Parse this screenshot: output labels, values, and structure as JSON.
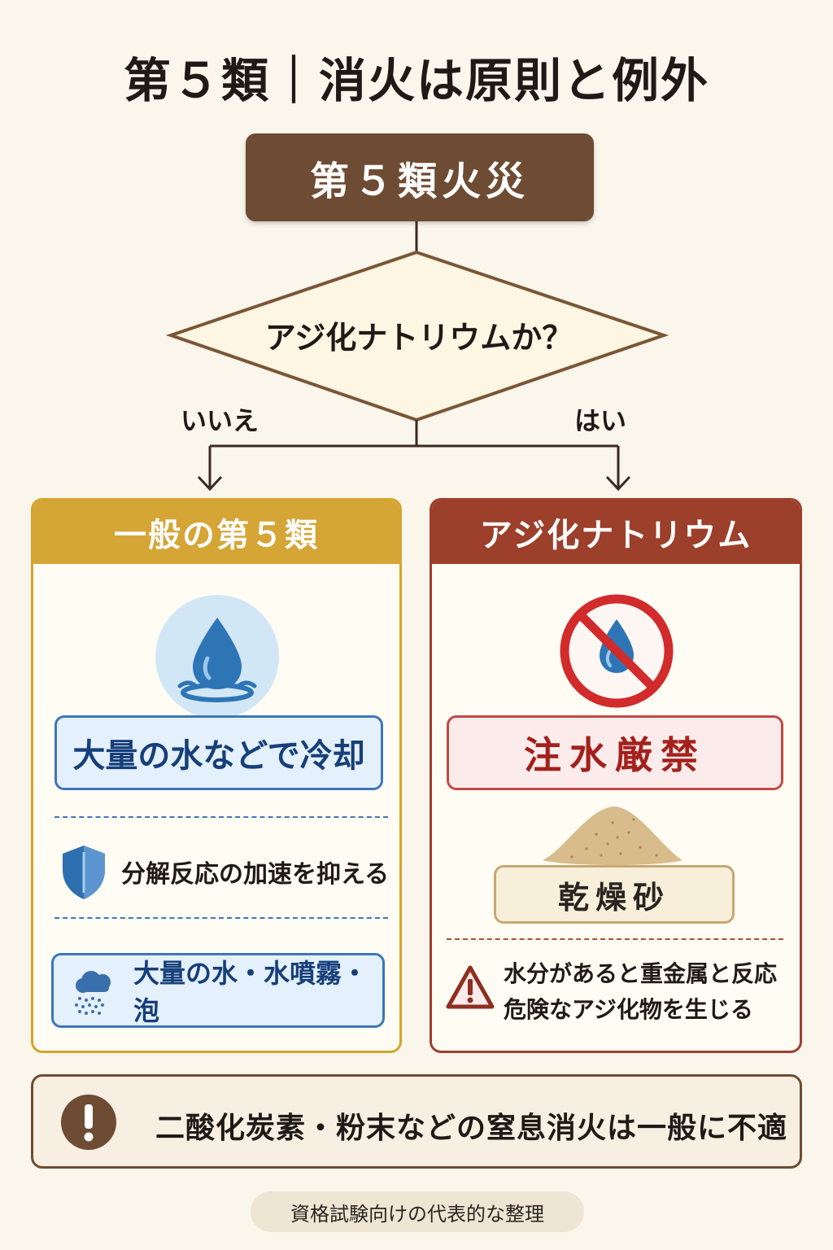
{
  "title": "第５類｜消火は原則と例外",
  "top_box": "第５類火災",
  "decision": "アジ化ナトリウムか？",
  "branch_no": "いいえ",
  "branch_yes": "はい",
  "left_panel": {
    "heading": "一般の第５類",
    "icon": "water-drop-icon",
    "primary": "大量の水などで冷却",
    "effect": "分解反応の加速を抑える",
    "methods": "大量の水・水噴霧・泡"
  },
  "right_panel": {
    "heading": "アジ化ナトリウム",
    "icon": "no-water-icon",
    "primary": "注水厳禁",
    "agent": "乾燥砂",
    "warning_line1": "水分があると重金属と反応",
    "warning_line2": "危険なアジ化物を生じる"
  },
  "note": "二酸化炭素・粉末などの窒息消火は一般に不適",
  "footer": "資格試験向けの代表的な整理",
  "colors": {
    "brown": "#6e4b33",
    "gold": "#d5a535",
    "red": "#9c3f2b",
    "blue": "#3d77b8",
    "background": "#faf6ec"
  }
}
